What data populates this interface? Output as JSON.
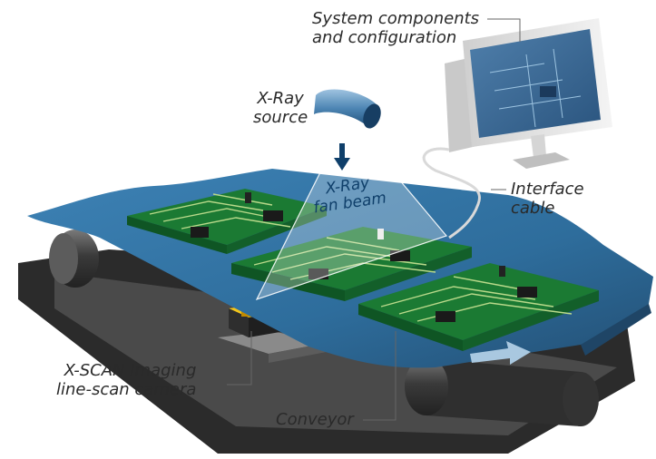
{
  "labels": {
    "system": [
      "System components",
      "and configuration"
    ],
    "xray_source": [
      "X-Ray",
      "source"
    ],
    "fan_beam": [
      "X-Ray",
      "fan beam"
    ],
    "interface": [
      "Interface",
      "cable"
    ],
    "camera": [
      "X-SCAN Imaging",
      "line-scan camera"
    ],
    "conveyor": "Conveyor"
  },
  "colors": {
    "belt": "#2f6f9e",
    "pcb": "#1f8a3a",
    "trace": "#b9d98a",
    "roller": "#3d3d3d",
    "frame": "#2b2b2b",
    "monitor": "#e6e6e6",
    "beam": "#ffffff",
    "camera": "#e0a800"
  },
  "icons": [
    "xray-source-icon",
    "computer-monitor-icon",
    "pcb-board-icon",
    "line-scan-camera-icon",
    "arrow-down-icon",
    "direction-arrow-icon"
  ]
}
